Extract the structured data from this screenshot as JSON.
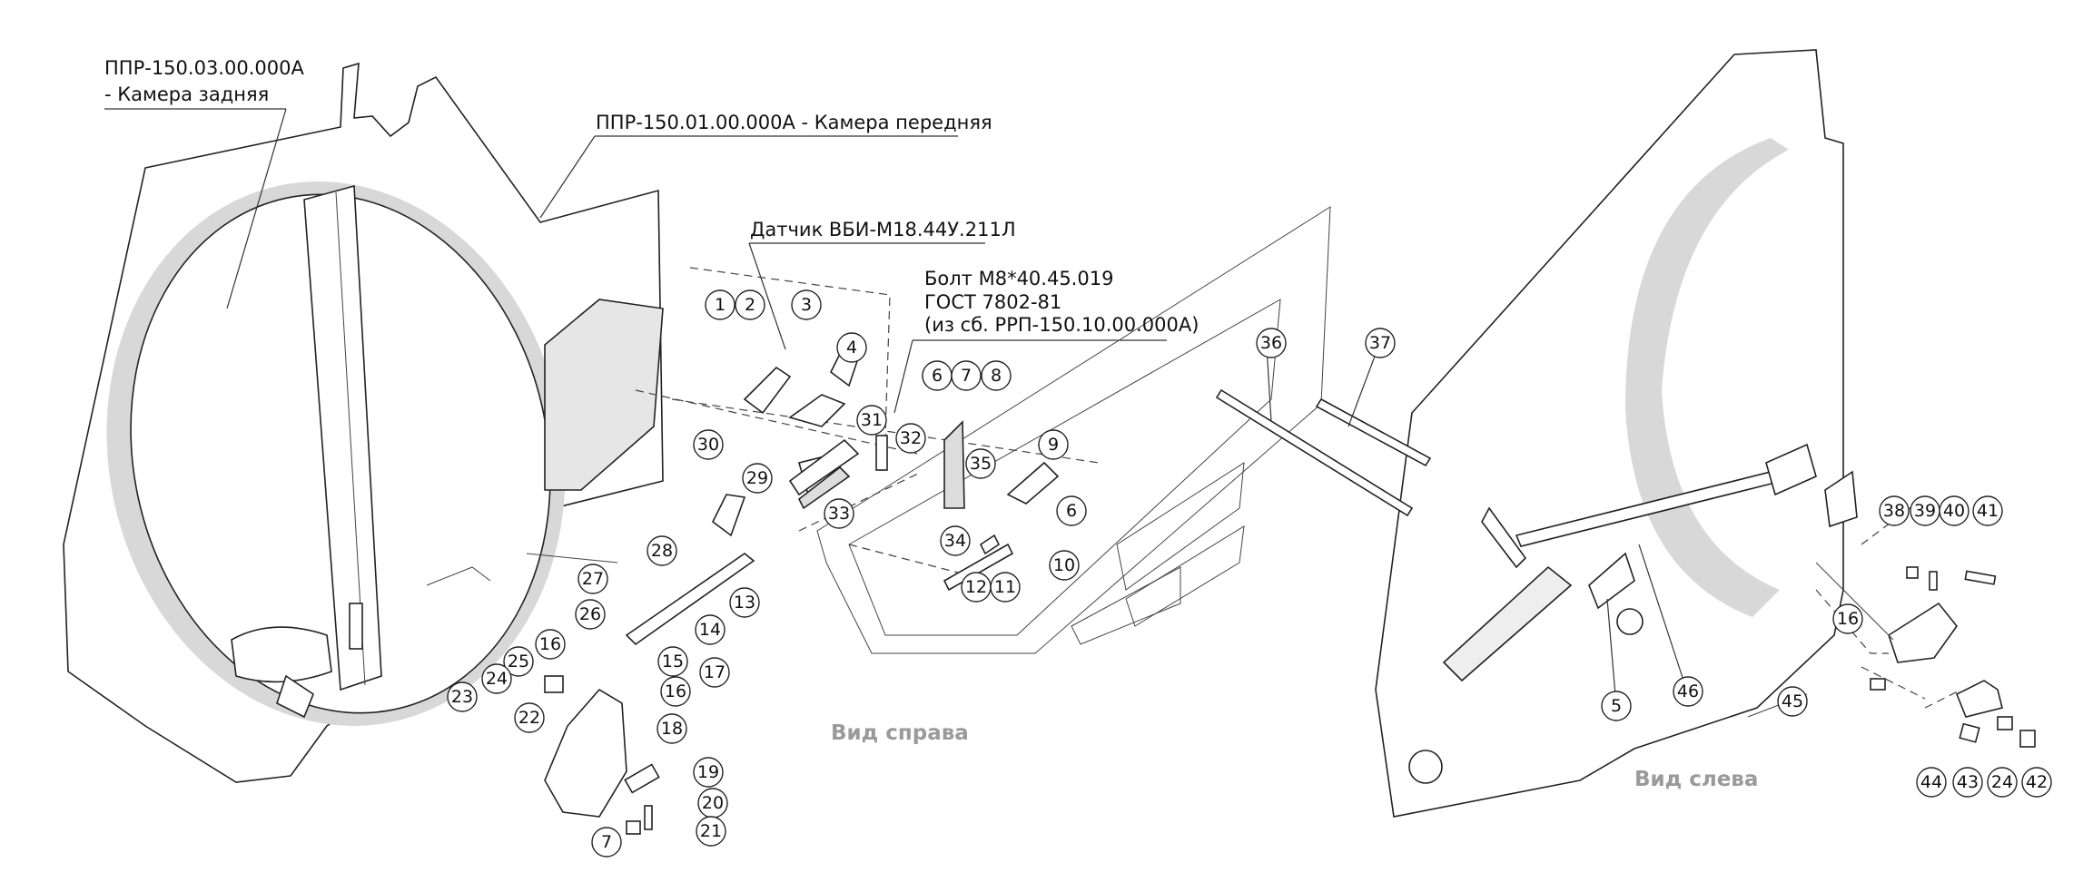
{
  "labels": {
    "rear_chamber_code": "ППР-150.03.00.000А",
    "rear_chamber_name": "- Камера задняя",
    "front_chamber": "ППР-150.01.00.000А - Камера передняя",
    "sensor": "Датчик ВБИ-М18.44У.211Л",
    "bolt_line1": "Болт  М8*40.45.019",
    "bolt_line2": "ГОСТ 7802-81",
    "bolt_line3": "(из сб. РРП-150.10.00.000А)",
    "view_right": "Вид справа",
    "view_left": "Вид слева"
  },
  "callouts": [
    "1",
    "2",
    "3",
    "4",
    "6",
    "7",
    "8",
    "31",
    "32",
    "30",
    "29",
    "33",
    "35",
    "9",
    "6",
    "34",
    "12",
    "11",
    "10",
    "28",
    "13",
    "27",
    "26",
    "16",
    "25",
    "24",
    "23",
    "14",
    "15",
    "16",
    "17",
    "22",
    "18",
    "19",
    "20",
    "7",
    "21",
    "36",
    "37",
    "38",
    "39",
    "40",
    "41",
    "16",
    "45",
    "5",
    "46",
    "44",
    "43",
    "24",
    "42"
  ]
}
